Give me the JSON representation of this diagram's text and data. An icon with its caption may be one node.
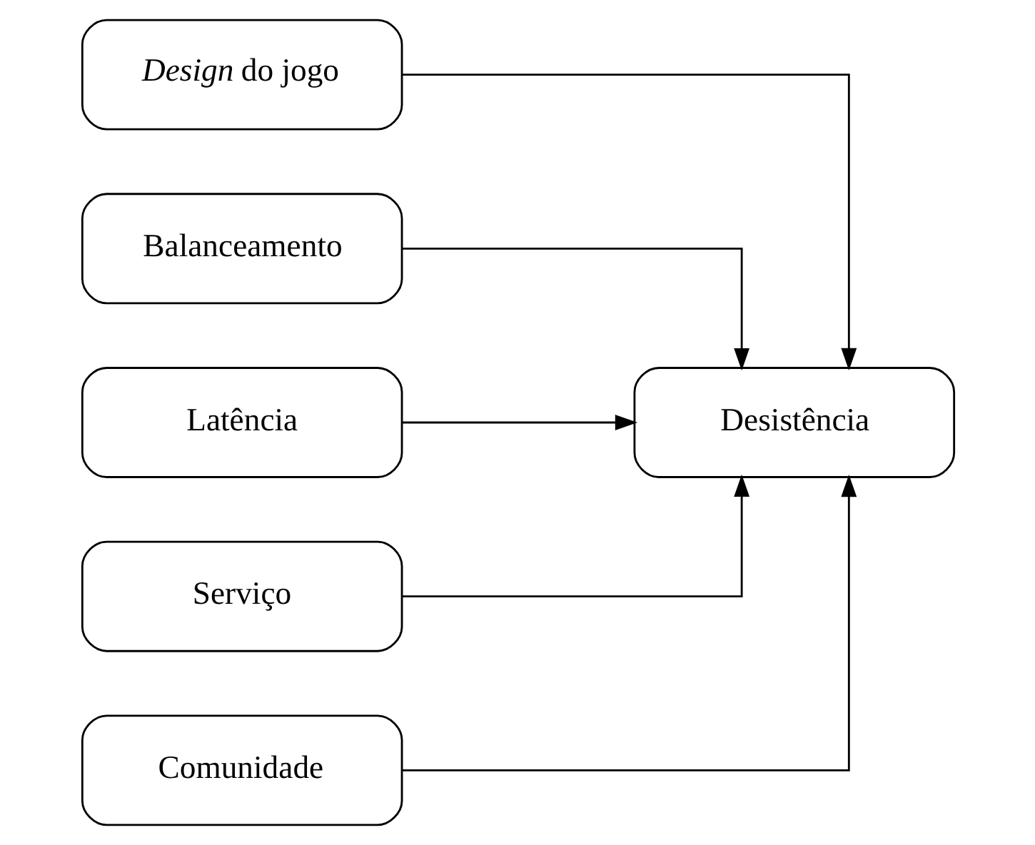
{
  "diagram": {
    "nodes": [
      {
        "text": [
          "*Design* do jogo"
        ]
      },
      {
        "text": [
          "Balanceamento"
        ]
      },
      {
        "text": [
          "Latência"
        ]
      },
      {
        "text": [
          "Serviço"
        ]
      },
      {
        "text": [
          "Comunidade"
        ]
      },
      {
        "text": [
          "Desistência"
        ]
      }
    ],
    "edges": [
      {
        "from": 0,
        "to": 5,
        "arrow": "to"
      },
      {
        "from": 1,
        "to": 5,
        "arrow": "to"
      },
      {
        "from": 2,
        "to": 5,
        "arrow": "to"
      },
      {
        "from": 3,
        "to": 5,
        "arrow": "to"
      },
      {
        "from": 4,
        "to": 5,
        "arrow": "to"
      }
    ]
  }
}
